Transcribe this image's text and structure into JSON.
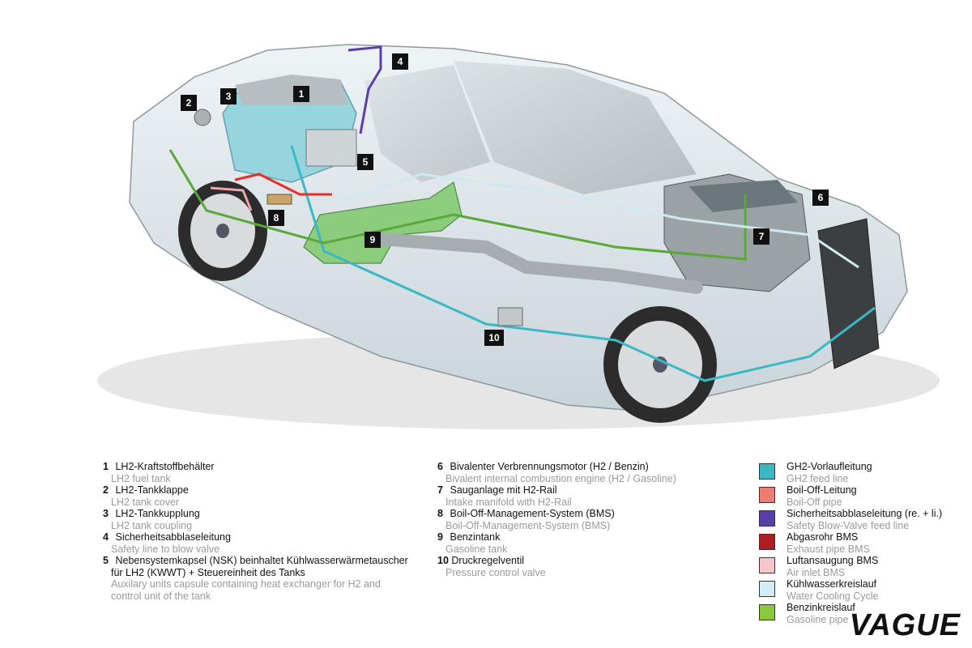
{
  "callouts": [
    "1",
    "2",
    "3",
    "4",
    "5",
    "6",
    "7",
    "8",
    "9",
    "10"
  ],
  "legend_left": [
    {
      "num": "1",
      "de": "LH2-Kraftstoffbehälter",
      "en": "LH2 fuel tank"
    },
    {
      "num": "2",
      "de": "LH2-Tankklappe",
      "en": "LH2 tank cover"
    },
    {
      "num": "3",
      "de": "LH2-Tankkupplung",
      "en": "LH2 tank coupling"
    },
    {
      "num": "4",
      "de": "Sicherheitsabblaseleitung",
      "en": "Safety line to blow valve"
    },
    {
      "num": "5",
      "de": "Nebensystemkapsel (NSK) beinhaltet Kühlwasserwärmetauscher",
      "de2": "für LH2 (KWWT) + Steuereinheit des Tanks",
      "en": "Auxilary units capsule containing  heat exchanger for H2 and",
      "en2": "control unit of the tank"
    }
  ],
  "legend_mid": [
    {
      "num": "6",
      "de": "Bivalenter Verbrennungsmotor (H2 / Benzin)",
      "en": "Bivalent internal combustion engine (H2 / Gasoline)"
    },
    {
      "num": "7",
      "de": "Sauganlage mit H2-Rail",
      "en": "Intake manifold with H2-Rail"
    },
    {
      "num": "8",
      "de": "Boil-Off-Management-System (BMS)",
      "en": "Boil-Off-Management-System (BMS)"
    },
    {
      "num": "9",
      "de": "Benzintank",
      "en": "Gasoline tank"
    },
    {
      "num": "10",
      "de": "Druckregelventil",
      "en": "Pressure control valve"
    }
  ],
  "legend_keys": [
    {
      "color": "#3bb8c4",
      "de": "GH2-Vorlaufleitung",
      "en": "GH2 feed line"
    },
    {
      "color": "#f07b72",
      "de": "Boil-Off-Leitung",
      "en": "Boil-Off pipe"
    },
    {
      "color": "#5b3fa8",
      "de": "Sicherheitsabblaseleitung (re. + li.)",
      "en": "Safety Blow-Valve feed line"
    },
    {
      "color": "#b01e24",
      "de": "Abgasrohr BMS",
      "en": "Exhaust pipe BMS"
    },
    {
      "color": "#f6c6cc",
      "de": "Luftansaugung BMS",
      "en": "Air inlet BMS"
    },
    {
      "color": "#d2eef4",
      "de": "Kühlwasserkreislauf",
      "en": "Water Cooling Cycle"
    },
    {
      "color": "#8cc63f",
      "de": "Benzinkreislauf",
      "en": "Gasoline pipe"
    }
  ],
  "watermark": "VAGUE"
}
